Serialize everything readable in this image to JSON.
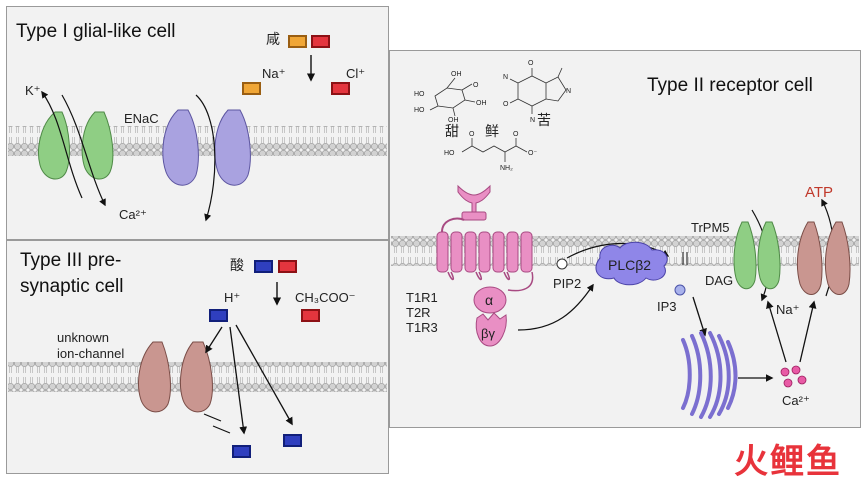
{
  "panels": {
    "type1": {
      "title": "Type I glial-like cell"
    },
    "type3": {
      "title_line1": "Type III pre-",
      "title_line2": "synaptic cell"
    },
    "type2": {
      "title": "Type II receptor cell"
    }
  },
  "labels": {
    "salty": "咸",
    "na": "Na⁺",
    "cl": "Cl⁺",
    "k": "K⁺",
    "enac": "ENaC",
    "ca_t1": "Ca²⁺",
    "sour": "酸",
    "h": "H⁺",
    "acetate": "CH₃COO⁻",
    "unknown_channel_1": "unknown",
    "unknown_channel_2": "ion-channel",
    "sweet": "甜",
    "bitter": "苦",
    "umami": "鲜",
    "t1r1": "T1R1",
    "t2r": "T2R",
    "t1r3": "T1R3",
    "alpha": "α",
    "betagamma": "βγ",
    "pip2": "PIP2",
    "plcb2": "PLCβ2",
    "dag": "DAG",
    "ip3": "IP3",
    "trpm5": "TrPM5",
    "na_t2": "Na⁺",
    "ca_t2": "Ca²⁺",
    "atp": "ATP",
    "watermark": "火鲤鱼"
  },
  "colors": {
    "glial_channel": "#8fce84",
    "enac_channel": "#a9a2e0",
    "unknown_channel": "#c99690",
    "gpcr": "#e98fc4",
    "plc": "#8f86e8",
    "trpm5": "#8fce84",
    "atp_channel": "#c99690",
    "er": "#7b6fd0",
    "calcium": "#e85aa5",
    "watermark": "#e8333b"
  }
}
